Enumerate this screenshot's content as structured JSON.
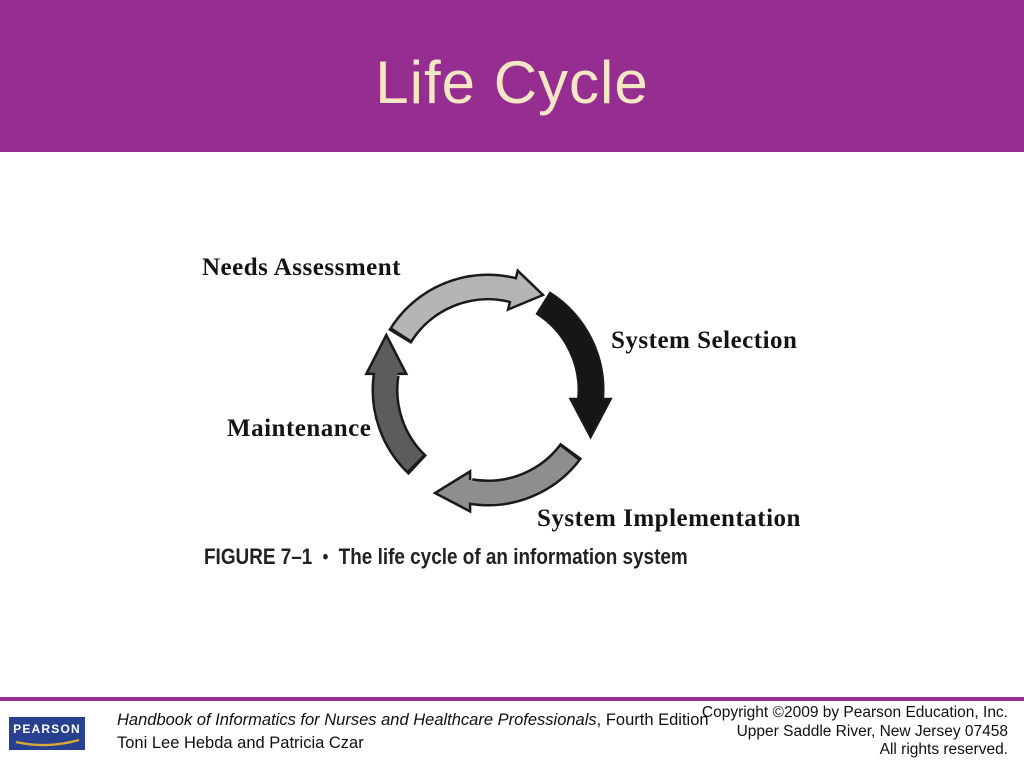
{
  "slide": {
    "title": "Life Cycle"
  },
  "diagram": {
    "labels": {
      "needs_assessment": "Needs Assessment",
      "system_selection": "System Selection",
      "system_implementation": "System Implementation",
      "maintenance": "Maintenance"
    },
    "sequence": [
      "Needs Assessment",
      "System Selection",
      "System Implementation",
      "Maintenance"
    ],
    "caption": {
      "figure_label": "FIGURE 7–1",
      "bullet": "•",
      "text": "The life cycle of an information system"
    },
    "colors": {
      "needs_assessment": "#b5b5b5",
      "system_selection": "#161616",
      "system_implementation": "#8e8e8e",
      "maintenance": "#5c5c5c",
      "outline": "#1a1a1a"
    }
  },
  "footer": {
    "logo_text": "PEARSON",
    "book_title_italic": "Handbook of Informatics for Nurses and Healthcare Professionals",
    "book_title_suffix": ", Fourth Edition",
    "authors": "Toni Lee Hebda and Patricia Czar",
    "copyright_lines": [
      "Copyright ©2009 by Pearson Education, Inc.",
      "Upper Saddle River, New Jersey 07458",
      "All rights reserved."
    ]
  },
  "theme": {
    "header_bg": "#962D91",
    "title_color": "#F5E6C4",
    "rule_color": "#962D91",
    "pearson_blue": "#27408F",
    "swoosh_gold": "#D9A93C"
  }
}
